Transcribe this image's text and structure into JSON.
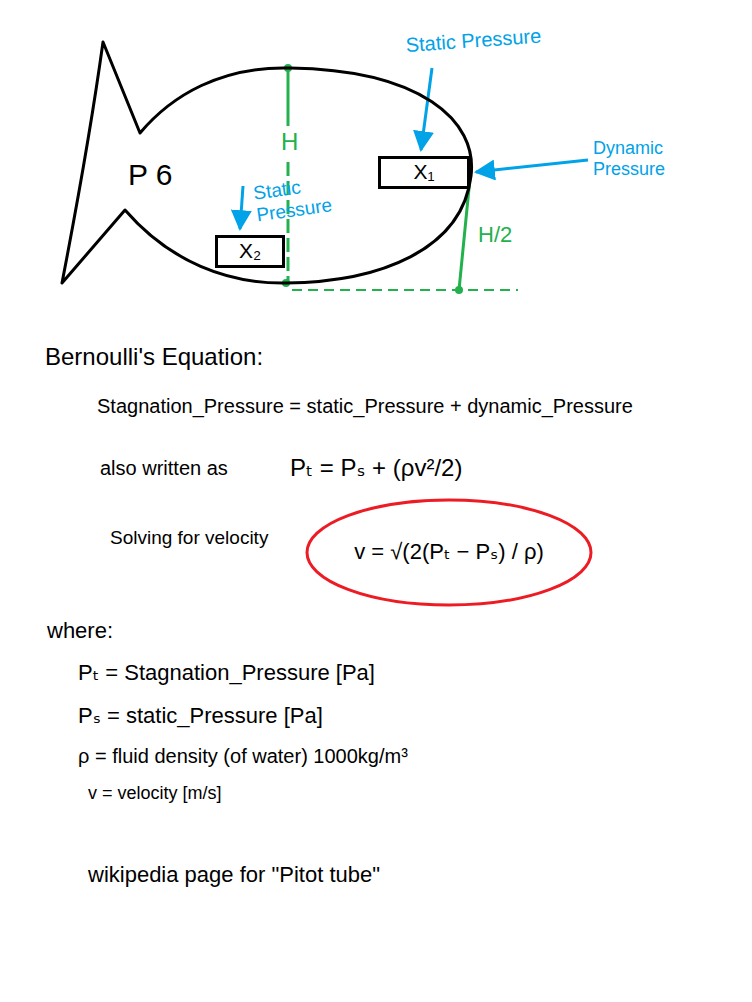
{
  "diagram": {
    "nodes": [
      {
        "text": [
          "P 6"
        ]
      },
      {
        "text": [
          "X₁"
        ],
        "in": 0
      },
      {
        "text": [
          "X₂"
        ],
        "in": 0
      },
      {
        "text": [
          "v = √(2(Pₜ − Pₛ) / ρ)"
        ]
      }
    ],
    "labels": [
      "Static Pressure",
      "H",
      "Static Pressure",
      "Dynamic Pressure",
      "H/2",
      "Bernoulli's Equation:",
      "Stagnation_Pressure = static_Pressure + dynamic_Pressure",
      "also written as",
      "Pₜ = Pₛ + (ρv²/2)",
      "Solving for velocity",
      "where:",
      "Pₜ = Stagnation_Pressure [Pa]",
      "Pₛ = static_Pressure [Pa]",
      "ρ = fluid density (of water) 1000kg/m³",
      "v = velocity [m/s]",
      "wikipedia page for \"Pitot tube\""
    ]
  }
}
